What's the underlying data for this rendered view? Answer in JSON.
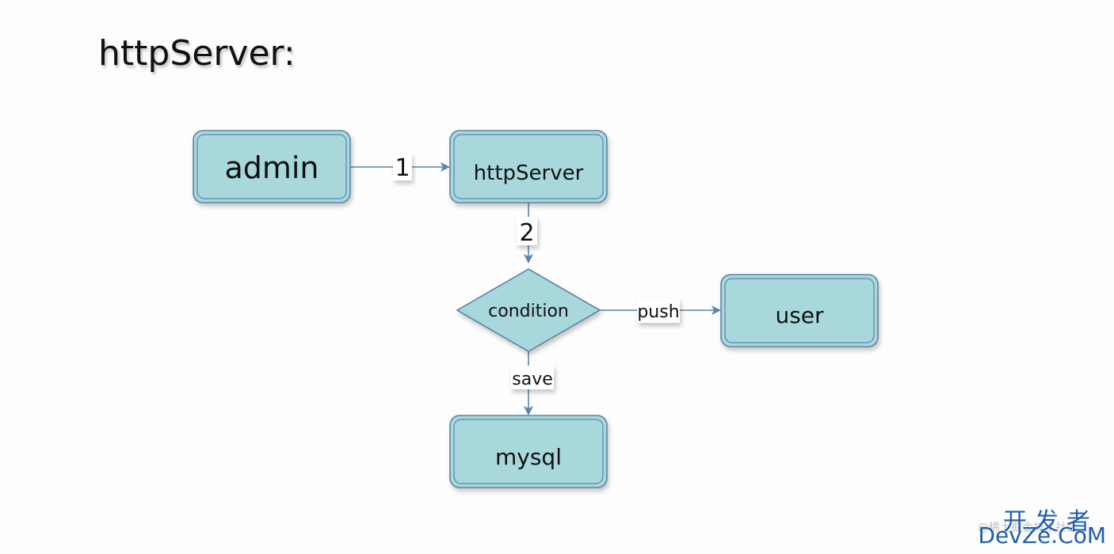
{
  "title": "httpServer:",
  "nodes": {
    "admin": "admin",
    "httpserver": "httpServer",
    "condition": "condition",
    "user": "user",
    "mysql": "mysql"
  },
  "edges": {
    "admin_to_httpserver": "1",
    "httpserver_to_condition": "2",
    "condition_to_user": "push",
    "condition_to_mysql": "save"
  },
  "watermark": {
    "cn": "开发者",
    "en": "DevZe.CoM",
    "faint": "@稀土掘金技术社区"
  },
  "colors": {
    "node_fill": "#a8d8dc",
    "node_border": "#5b84a6",
    "edge": "#5b84a6",
    "watermark": "#1f5fa8"
  }
}
